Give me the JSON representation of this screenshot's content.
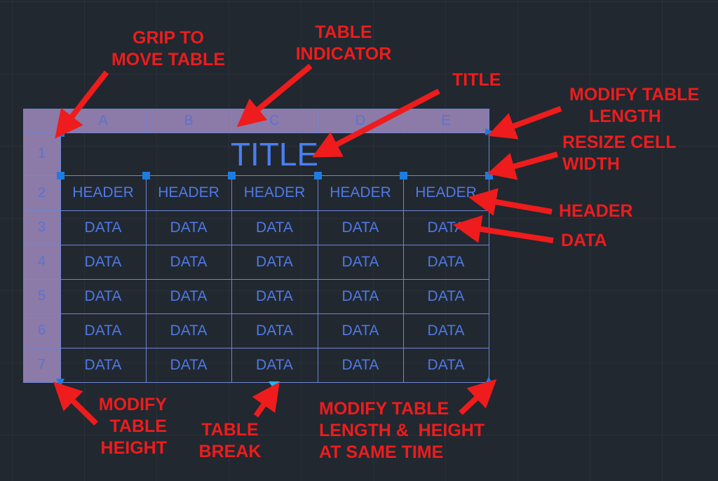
{
  "table": {
    "column_letters": [
      "A",
      "B",
      "C",
      "D",
      "E"
    ],
    "row_numbers": [
      "1",
      "2",
      "3",
      "4",
      "5",
      "6",
      "7"
    ],
    "title": "TITLE",
    "headers": [
      "HEADER",
      "HEADER",
      "HEADER",
      "HEADER",
      "HEADER"
    ],
    "rows": [
      [
        "DATA",
        "DATA",
        "DATA",
        "DATA",
        "DATA"
      ],
      [
        "DATA",
        "DATA",
        "DATA",
        "DATA",
        "DATA"
      ],
      [
        "DATA",
        "DATA",
        "DATA",
        "DATA",
        "DATA"
      ],
      [
        "DATA",
        "DATA",
        "DATA",
        "DATA",
        "DATA"
      ],
      [
        "DATA",
        "DATA",
        "DATA",
        "DATA",
        "DATA"
      ]
    ]
  },
  "annotations": {
    "grip_to_move": [
      "GRIP TO",
      "MOVE TABLE"
    ],
    "table_indicator": [
      "TABLE",
      "INDICATOR"
    ],
    "title": [
      "TITLE"
    ],
    "modify_length": [
      "MODIFY TABLE",
      "LENGTH"
    ],
    "resize_cell_width": [
      "RESIZE CELL",
      "WIDTH"
    ],
    "header": [
      "HEADER"
    ],
    "data": [
      "DATA"
    ],
    "modify_height": [
      "MODIFY",
      "TABLE",
      "HEIGHT"
    ],
    "table_break": [
      "TABLE",
      "BREAK"
    ],
    "modify_length_height": [
      "MODIFY TABLE",
      "LENGTH &  HEIGHT",
      "AT SAME TIME"
    ]
  },
  "colors": {
    "background": "#212830",
    "header_band": "#8c7aa8",
    "grid": "#6f86d6",
    "table_text": "#4f79e6",
    "grip": "#1d7ce0",
    "annotation": "#ee1c1c"
  }
}
